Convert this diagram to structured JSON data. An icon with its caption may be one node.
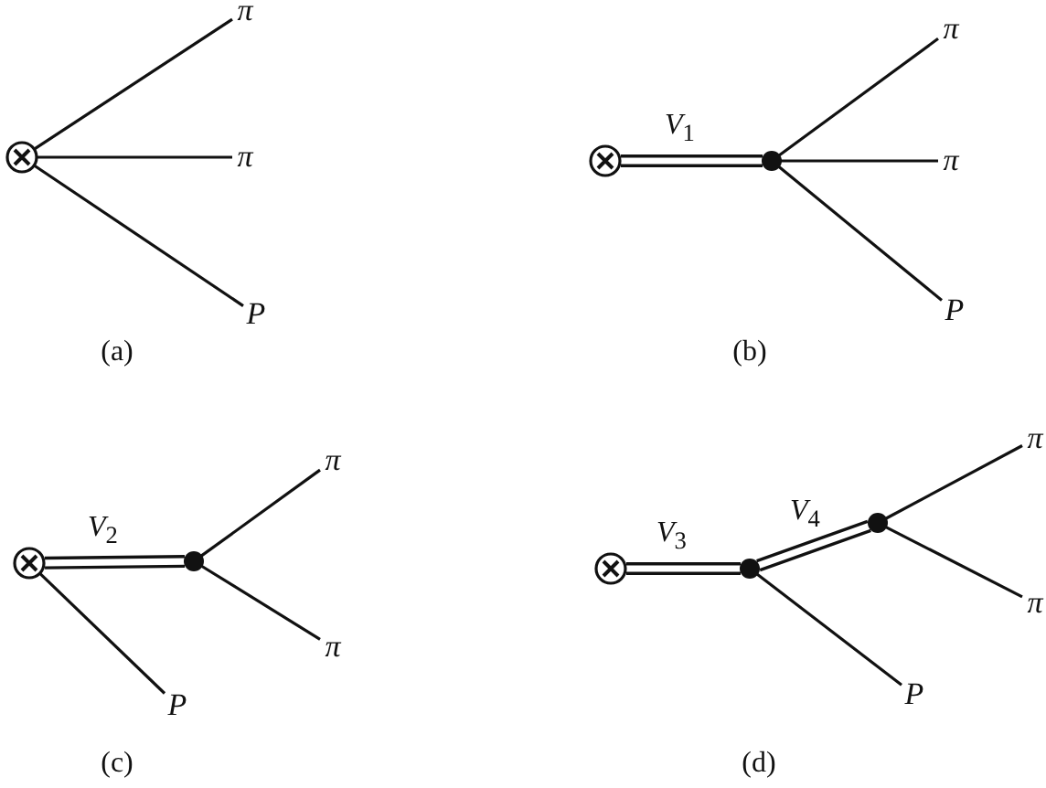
{
  "diagram": {
    "nodes": [
      {
        "text": [],
        "shape": "circle"
      },
      {
        "text": [
          "π"
        ]
      },
      {
        "text": [
          "π"
        ]
      },
      {
        "text": [
          "P"
        ]
      },
      {
        "text": [],
        "shape": "circle"
      },
      {
        "text": [],
        "shape": "dot"
      },
      {
        "text": [
          "π"
        ]
      },
      {
        "text": [
          "π"
        ]
      },
      {
        "text": [
          "P"
        ]
      },
      {
        "text": [],
        "shape": "circle"
      },
      {
        "text": [],
        "shape": "dot"
      },
      {
        "text": [
          "π"
        ]
      },
      {
        "text": [
          "π"
        ]
      },
      {
        "text": [
          "P"
        ]
      },
      {
        "text": [],
        "shape": "circle"
      },
      {
        "text": [],
        "shape": "dot"
      },
      {
        "text": [],
        "shape": "dot"
      },
      {
        "text": [
          "π"
        ]
      },
      {
        "text": [
          "π"
        ]
      },
      {
        "text": [
          "P"
        ]
      }
    ],
    "edges": [
      {
        "from": 0,
        "to": 1,
        "arrow": "none"
      },
      {
        "from": 0,
        "to": 2,
        "arrow": "none"
      },
      {
        "from": 0,
        "to": 3,
        "arrow": "none"
      },
      {
        "from": 4,
        "to": 5,
        "arrow": "none",
        "label": "*V*$_{1}$",
        "style": "thick"
      },
      {
        "from": 5,
        "to": 6,
        "arrow": "none"
      },
      {
        "from": 5,
        "to": 7,
        "arrow": "none"
      },
      {
        "from": 5,
        "to": 8,
        "arrow": "none"
      },
      {
        "from": 9,
        "to": 10,
        "arrow": "none",
        "label": "*V*$_{2}$",
        "style": "thick"
      },
      {
        "from": 10,
        "to": 11,
        "arrow": "none"
      },
      {
        "from": 10,
        "to": 12,
        "arrow": "none"
      },
      {
        "from": 9,
        "to": 13,
        "arrow": "none"
      },
      {
        "from": 14,
        "to": 15,
        "arrow": "none",
        "label": "*V*$_{3}$",
        "style": "thick"
      },
      {
        "from": 15,
        "to": 16,
        "arrow": "none",
        "label": "*V*$_{4}$",
        "style": "thick"
      },
      {
        "from": 16,
        "to": 17,
        "arrow": "none"
      },
      {
        "from": 16,
        "to": 18,
        "arrow": "none"
      },
      {
        "from": 15,
        "to": 19,
        "arrow": "none"
      }
    ],
    "labels": [
      "(a)",
      "(b)",
      "(c)",
      "(d)"
    ]
  }
}
